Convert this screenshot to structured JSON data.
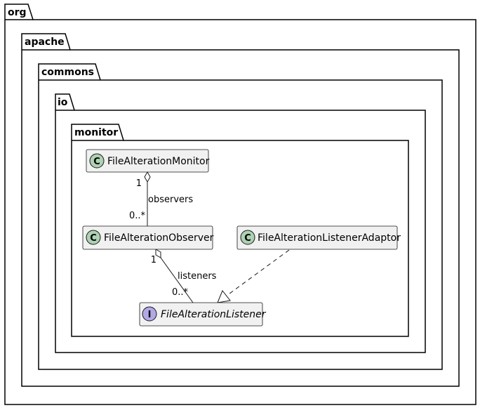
{
  "packages": [
    {
      "name": "org"
    },
    {
      "name": "apache"
    },
    {
      "name": "commons"
    },
    {
      "name": "io"
    },
    {
      "name": "monitor"
    }
  ],
  "classes": {
    "monitor": {
      "name": "FileAlterationMonitor",
      "stereotype": "C"
    },
    "observer": {
      "name": "FileAlterationObserver",
      "stereotype": "C"
    },
    "adaptor": {
      "name": "FileAlterationListenerAdaptor",
      "stereotype": "C"
    },
    "listener": {
      "name": "FileAlterationListener",
      "stereotype": "I"
    }
  },
  "relations": {
    "observers": {
      "label": "observers",
      "from_mult": "1",
      "to_mult": "0..*"
    },
    "listeners": {
      "label": "listeners",
      "from_mult": "1",
      "to_mult": "0..*"
    }
  },
  "colors": {
    "class_fill": "#f1f1f1",
    "class_stroke": "#181818",
    "class_badge": "#add1b2",
    "interface_badge": "#b4a7e5"
  }
}
